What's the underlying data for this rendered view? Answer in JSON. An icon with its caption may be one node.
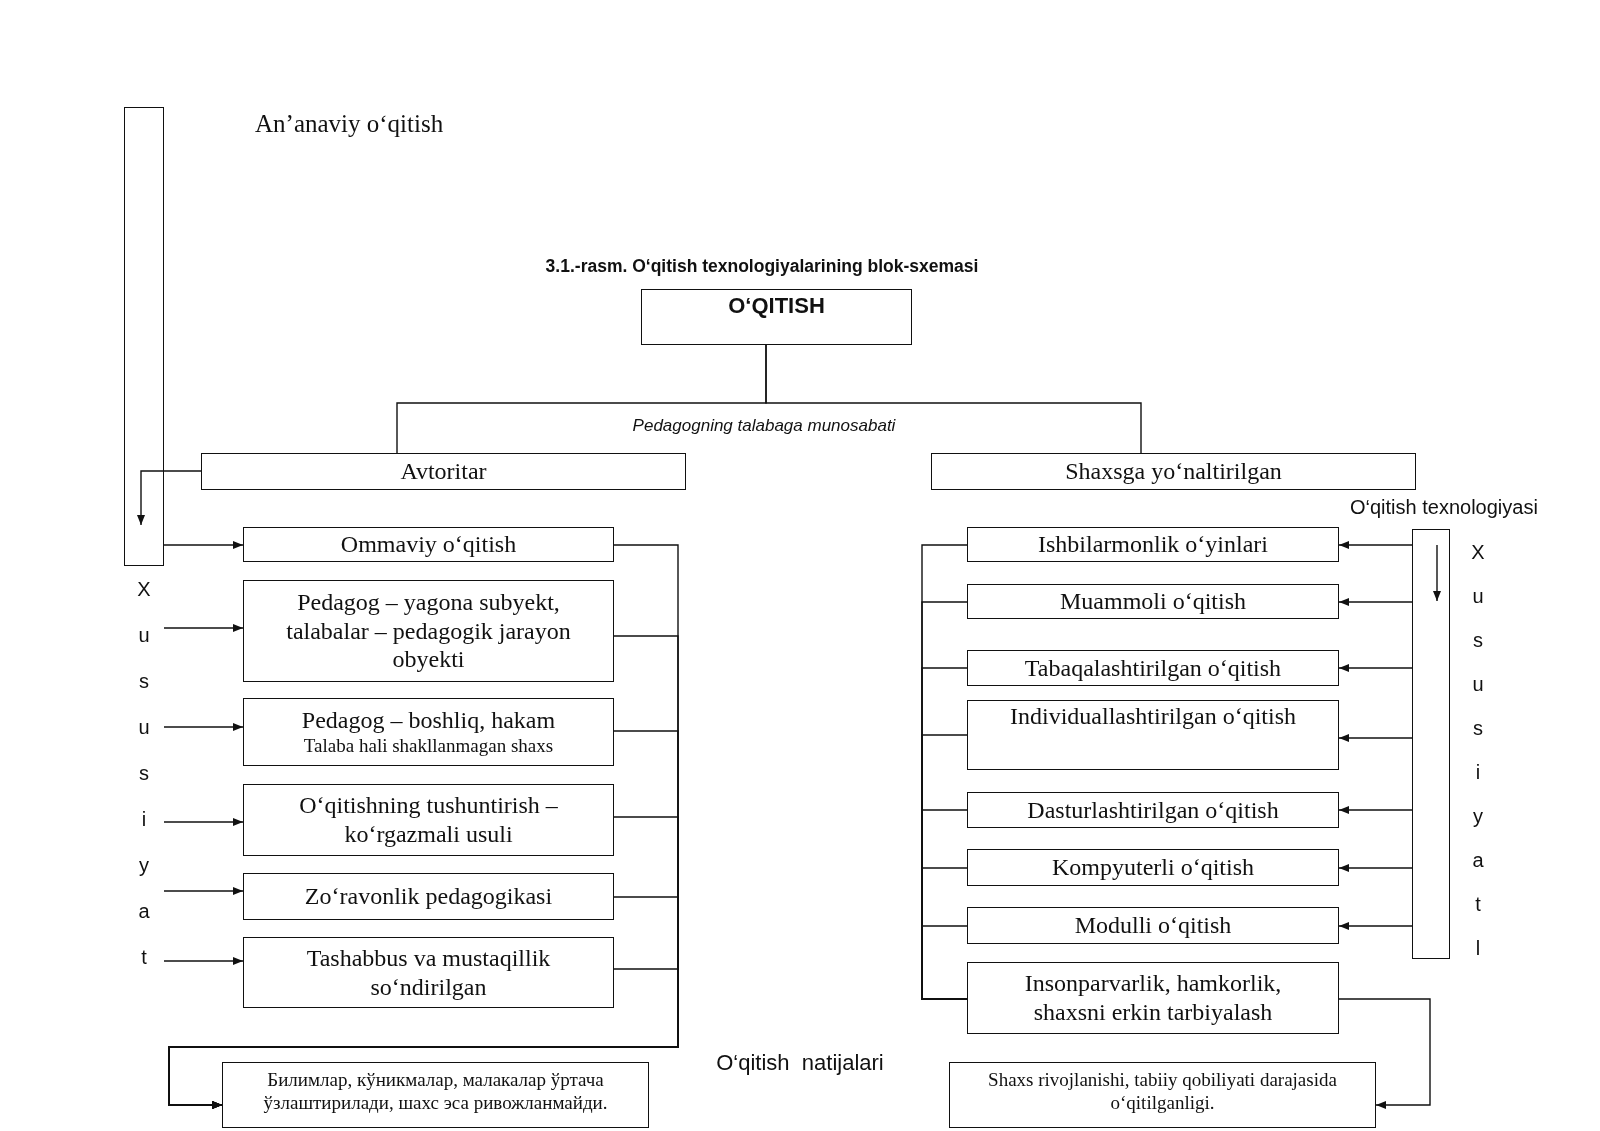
{
  "diagram": {
    "title": "3.1.-rasm. O‘qitish texnologiyalarining blok-sxemasi",
    "nodes": [
      {
        "text": [],
        "shape": "bar"
      },
      {
        "text": [
          "O‘QITISH"
        ]
      },
      {
        "text": [
          "Avtoritar"
        ]
      },
      {
        "text": [
          "Shaxsga yo‘naltirilgan"
        ]
      },
      {
        "text": [
          "Ommaviy o‘qitish"
        ]
      },
      {
        "text": [
          "Pedagog – yagona subyekt, talabalar – pedagogik jarayon obyekti"
        ]
      },
      {
        "text": [
          "Pedagog – boshliq, hakam",
          "Talaba hali shakllanmagan shaxs"
        ]
      },
      {
        "text": [
          "O‘qitishning tushuntirish – ko‘rgazmali usuli"
        ]
      },
      {
        "text": [
          "Zo‘ravonlik pedagogikasi"
        ]
      },
      {
        "text": [
          "Tashabbus va mustaqillik so‘ndirilgan"
        ]
      },
      {
        "text": [],
        "shape": "bar"
      },
      {
        "text": [
          "Ishbilarmonlik o‘yinlari"
        ]
      },
      {
        "text": [
          "Muammoli o‘qitish"
        ]
      },
      {
        "text": [
          "Tabaqalashtirilgan o‘qitish"
        ]
      },
      {
        "text": [
          "Individuallashtirilgan o‘qitish"
        ]
      },
      {
        "text": [
          "Dasturlashtirilgan o‘qitish"
        ]
      },
      {
        "text": [
          "Kompyuterli o‘qitish"
        ]
      },
      {
        "text": [
          "Modulli o‘qitish"
        ]
      },
      {
        "text": [
          "Insonparvarlik, hamkorlik, shaxsni erkin tarbiyalash"
        ]
      },
      {
        "text": [
          "Билимлар, кўникмалар, малакалар ўртача ўзлаштирилади, шахс эса ривожланмайди."
        ]
      },
      {
        "text": [
          "Shaxs rivojlanishi, tabiiy qobiliyati darajasida o‘qitilganligi."
        ]
      }
    ],
    "edges": [
      {
        "from": 1,
        "to": 2,
        "arrow": "none"
      },
      {
        "from": 1,
        "to": 3,
        "arrow": "none"
      },
      {
        "from": 2,
        "to": 0,
        "arrow": "to"
      },
      {
        "from": 0,
        "to": 4,
        "arrow": "to"
      },
      {
        "from": null,
        "to": 5,
        "arrow": "to"
      },
      {
        "from": null,
        "to": 6,
        "arrow": "to"
      },
      {
        "from": null,
        "to": 7,
        "arrow": "to"
      },
      {
        "from": null,
        "to": 8,
        "arrow": "to"
      },
      {
        "from": null,
        "to": 9,
        "arrow": "to"
      },
      {
        "from": 4,
        "to": 19,
        "arrow": "to"
      },
      {
        "from": 5,
        "to": 19,
        "arrow": "to"
      },
      {
        "from": 6,
        "to": 19,
        "arrow": "to"
      },
      {
        "from": 7,
        "to": 19,
        "arrow": "to"
      },
      {
        "from": 8,
        "to": 19,
        "arrow": "to"
      },
      {
        "from": 9,
        "to": 19,
        "arrow": "to"
      },
      {
        "from": 10,
        "to": 11,
        "arrow": "to"
      },
      {
        "from": 10,
        "to": 12,
        "arrow": "to"
      },
      {
        "from": 10,
        "to": 13,
        "arrow": "to"
      },
      {
        "from": 10,
        "to": 14,
        "arrow": "to"
      },
      {
        "from": 10,
        "to": 15,
        "arrow": "to"
      },
      {
        "from": 10,
        "to": 16,
        "arrow": "to"
      },
      {
        "from": 10,
        "to": 17,
        "arrow": "to"
      },
      {
        "from": 11,
        "to": 18,
        "arrow": "none"
      },
      {
        "from": 12,
        "to": 18,
        "arrow": "none"
      },
      {
        "from": 13,
        "to": 18,
        "arrow": "none"
      },
      {
        "from": 14,
        "to": 18,
        "arrow": "none"
      },
      {
        "from": 15,
        "to": 18,
        "arrow": "none"
      },
      {
        "from": 16,
        "to": 18,
        "arrow": "none"
      },
      {
        "from": 17,
        "to": 18,
        "arrow": "none"
      },
      {
        "from": 18,
        "to": 20,
        "arrow": "to"
      }
    ],
    "labels": [
      "An’anaviy o‘qitish",
      "Pedagogning talabaga munosabati",
      "O‘qitish texnologiyasi",
      "Xususiyat",
      "Xususiyatl",
      "O‘qitish  natijalari"
    ]
  }
}
